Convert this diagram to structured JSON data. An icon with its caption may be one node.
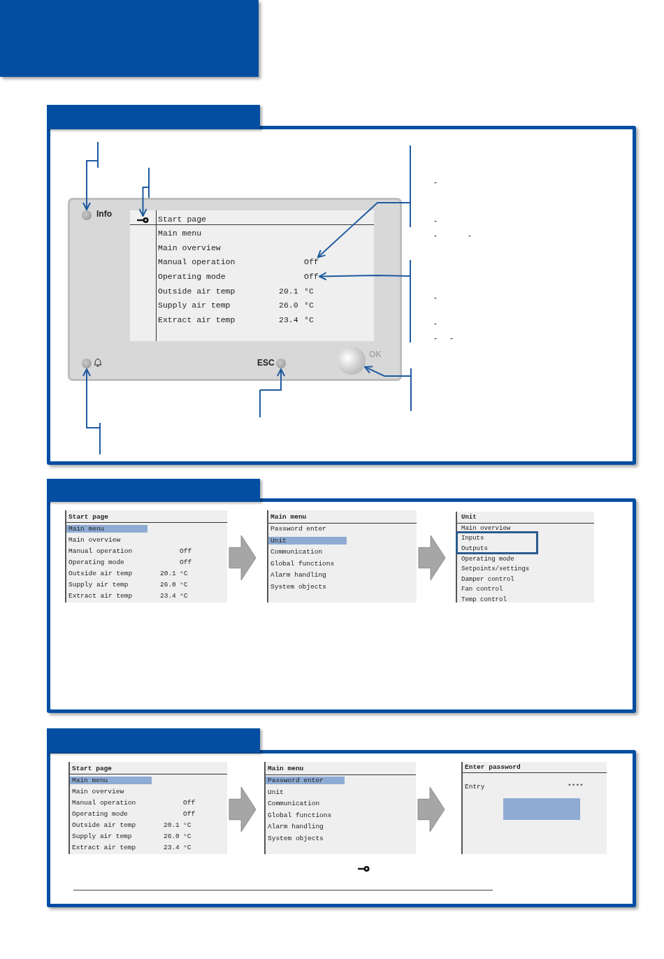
{
  "diagram": {
    "nodes": [
      {
        "text": [
          "Info",
          "ESC",
          "OK"
        ]
      },
      {
        "text": [
          "Start page",
          "Main menu",
          "Main overview",
          "Manual operation",
          "Operating mode",
          "Outside air temp",
          "20.1",
          "°C",
          "Supply air temp",
          "26.0",
          "°C",
          "Extract air temp",
          "23.4",
          "°C"
        ],
        "in": 0
      },
      {
        "text": [
          "Off"
        ],
        "in": 1
      },
      {
        "text": [
          "Off"
        ],
        "in": 1
      },
      {
        "text": [],
        "shape": "circle",
        "in": 0
      },
      {
        "text": [],
        "shape": "key",
        "in": 1
      },
      {
        "text": [],
        "shape": "circle",
        "in": 0
      },
      {
        "text": [],
        "shape": "circle",
        "in": 0
      },
      {
        "text": [],
        "shape": "circle",
        "in": 0
      },
      {
        "text": [
          "Start page",
          "Main menu",
          "Main overview",
          "Manual operation",
          "Off",
          "Operating mode",
          "Off",
          "Outside air temp",
          "20.1",
          "°C",
          "Supply air temp",
          "26.0",
          "°C",
          "Extract air temp",
          "23.4",
          "°C"
        ]
      },
      {
        "text": [
          "Main menu",
          "Password enter",
          "Unit",
          "Communication",
          "Global functions",
          "Alarm handling",
          "System objects"
        ]
      },
      {
        "text": [
          "Unit",
          "Main overview",
          "Inputs",
          "Outputs",
          "Operating mode",
          "Setpoints/settings",
          "Damper control",
          "Fan control",
          "Temp control"
        ]
      },
      {
        "text": [
          "Start page",
          "Main menu",
          "Main overview",
          "Manual operation",
          "Off",
          "Operating mode",
          "Off",
          "Outside air temp",
          "20.1",
          "°C",
          "Supply air temp",
          "26.0",
          "°C",
          "Extract air temp",
          "23.4",
          "°C"
        ]
      },
      {
        "text": [
          "Main menu",
          "Password enter",
          "Unit",
          "Communication",
          "Global functions",
          "Alarm handling",
          "System objects"
        ]
      },
      {
        "text": [
          "Enter password",
          "Entry",
          "****"
        ]
      }
    ],
    "edges": [
      {
        "from": null,
        "to": 4,
        "arrow": "to"
      },
      {
        "from": null,
        "to": 5,
        "arrow": "to"
      },
      {
        "from": null,
        "to": 2,
        "arrow": "to"
      },
      {
        "from": null,
        "to": 3,
        "arrow": "to"
      },
      {
        "from": null,
        "to": 8,
        "arrow": "to"
      },
      {
        "from": null,
        "to": 7,
        "arrow": "to"
      },
      {
        "from": null,
        "to": 6,
        "arrow": "to"
      },
      {
        "from": 9,
        "to": 10,
        "arrow": "to"
      },
      {
        "from": 10,
        "to": 11,
        "arrow": "to"
      },
      {
        "from": 12,
        "to": 13,
        "arrow": "to"
      },
      {
        "from": 13,
        "to": 14,
        "arrow": "to"
      }
    ],
    "labels": [
      "-",
      "-",
      "-",
      "-",
      "-",
      "-",
      "-",
      "-"
    ]
  }
}
